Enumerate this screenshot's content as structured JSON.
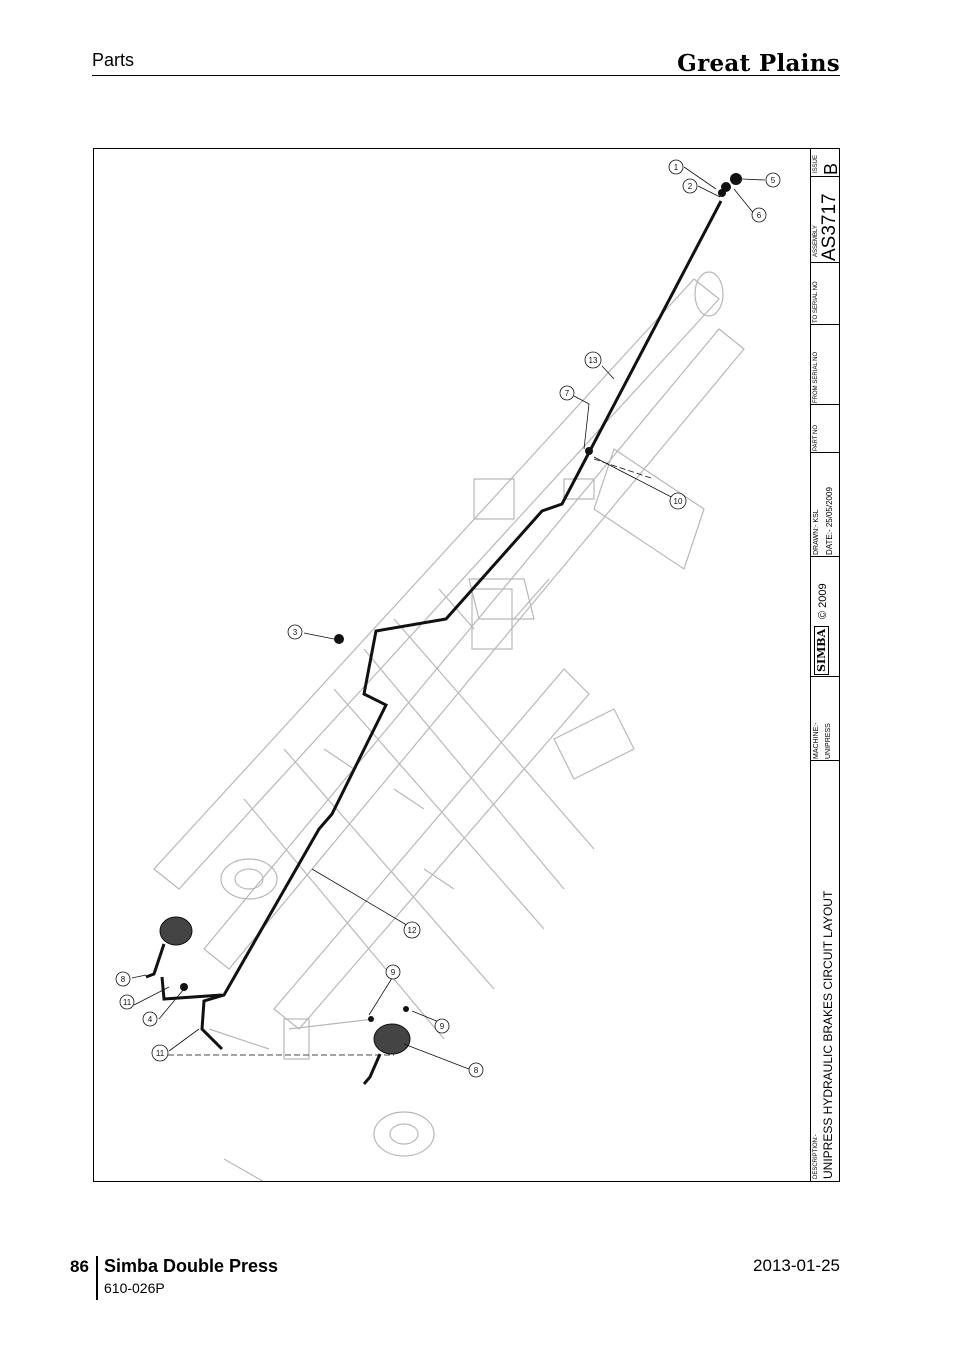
{
  "header": {
    "section": "Parts",
    "brand": "Great Plains"
  },
  "drawing": {
    "callouts": [
      "1",
      "2",
      "5",
      "6",
      "13",
      "7",
      "10",
      "3",
      "12",
      "9",
      "9",
      "8",
      "11",
      "4",
      "11",
      "8"
    ]
  },
  "title_block": {
    "issue_label": "ISSUE",
    "issue": "B",
    "assembly_label": "ASSEMBLY",
    "assembly": "AS3717",
    "to_serial_label": "TO SERIAL NO",
    "from_serial_label": "FROM SERIAL NO",
    "part_no_label": "PART NO",
    "drawn": "DRAWN:- KSL",
    "date": "DATE:- 25/05/2009",
    "copyright": "© 2009",
    "logo": "SIMBA",
    "machine_label": "MACHINE:-",
    "machine": "UNIPRESS",
    "description_label": "DESCRIPTION:-",
    "description": "UNIPRESS HYDRAULIC BRAKES CIRCUIT LAYOUT"
  },
  "footer": {
    "page_number": "86",
    "title": "Simba Double Press",
    "code": "610-026P",
    "date": "2013-01-25"
  }
}
